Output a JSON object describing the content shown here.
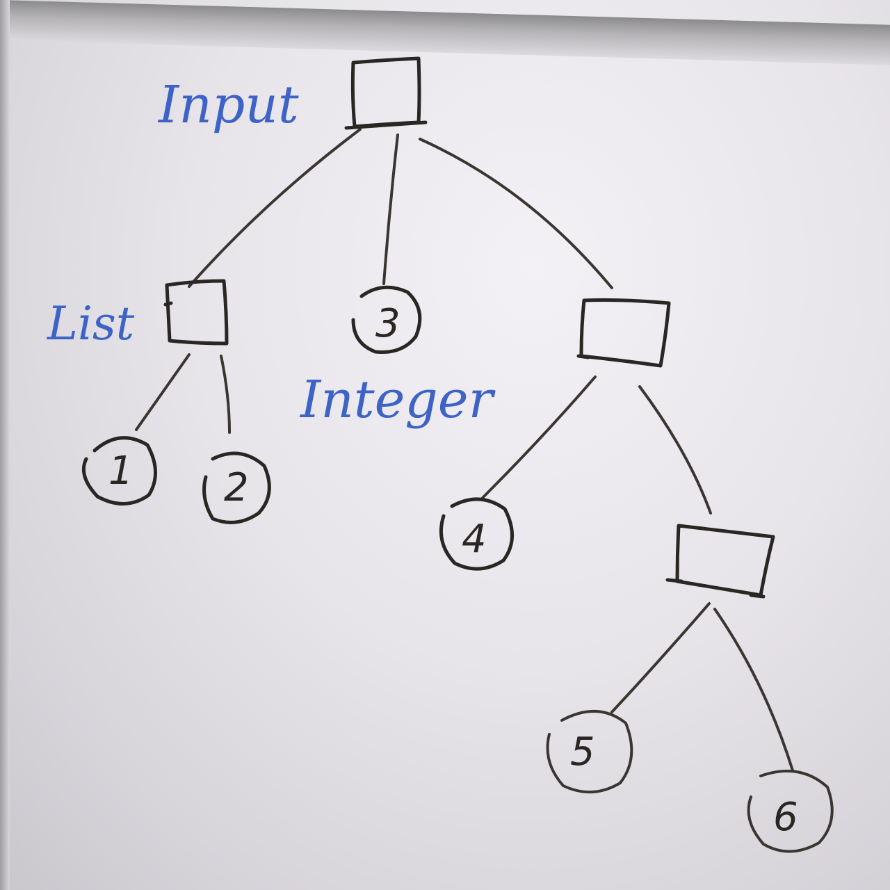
{
  "labels": {
    "input": "Input",
    "list": "List",
    "integer": "Integer"
  },
  "nodes": {
    "n1": "1",
    "n2": "2",
    "n3": "3",
    "n4": "4",
    "n5": "5",
    "n6": "6"
  },
  "colors": {
    "ink": "#2a2622",
    "annotation": "#3d63c8",
    "board": "#ebe8ed"
  }
}
